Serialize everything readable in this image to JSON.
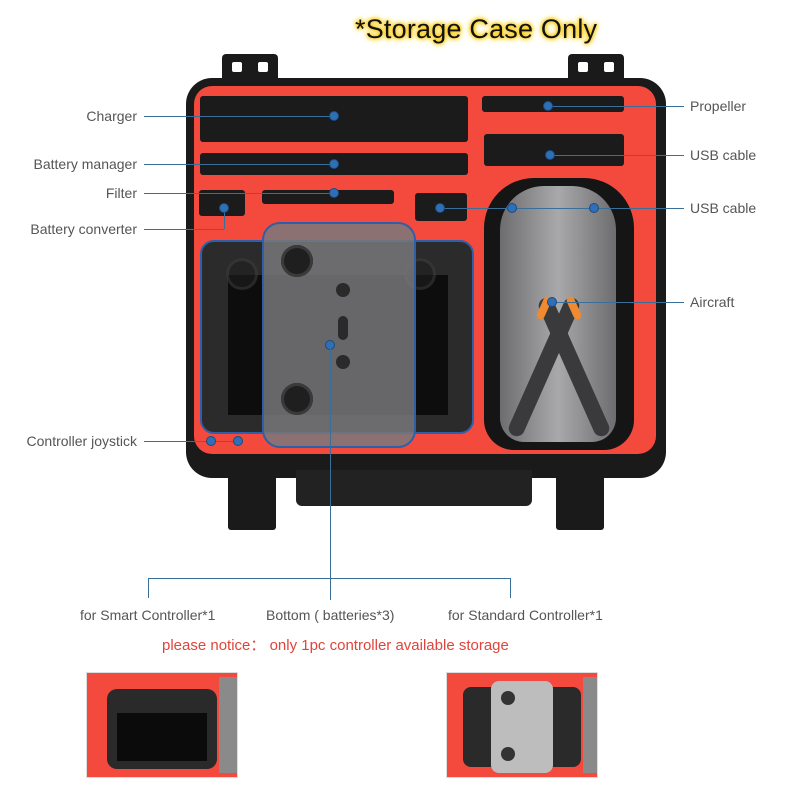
{
  "title": "*Storage Case Only",
  "labels_left": [
    {
      "id": "charger",
      "text": "Charger"
    },
    {
      "id": "battery-manager",
      "text": "Battery manager"
    },
    {
      "id": "filter",
      "text": "Filter"
    },
    {
      "id": "battery-converter",
      "text": "Battery converter"
    },
    {
      "id": "controller-joystick",
      "text": "Controller joystick"
    }
  ],
  "labels_right": [
    {
      "id": "propeller",
      "text": "Propeller"
    },
    {
      "id": "usb-cable-1",
      "text": "USB cable"
    },
    {
      "id": "usb-cable-2",
      "text": "USB cable"
    },
    {
      "id": "aircraft",
      "text": "Aircraft"
    }
  ],
  "bottom_labels": {
    "smart_controller": "for Smart Controller*1",
    "bottom": "Bottom ( batteries*3)",
    "standard_controller": "for Standard Controller*1"
  },
  "notice": "please notice： only 1pc controller available storage",
  "colors": {
    "foam": "#f44a3e",
    "case": "#1a1a1a",
    "leader": "#3a6f9a",
    "notice": "#e0443c",
    "title_glow": "#f6c400"
  }
}
